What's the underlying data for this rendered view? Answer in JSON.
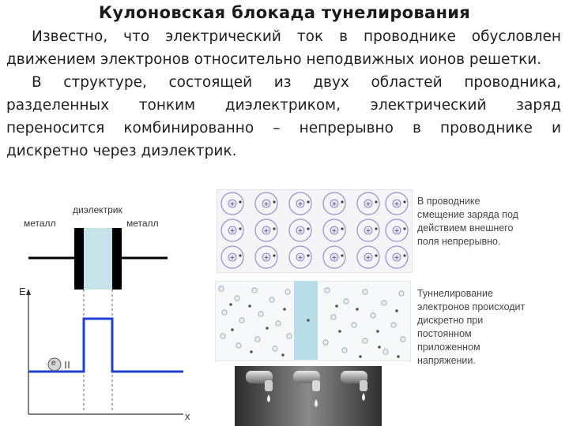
{
  "title": "Кулоновская блокада тунелирования",
  "paragraphs": [
    "Известно, что электрический ток в проводнике обусловлен движением электронов относительно неподвижных ионов решетки.",
    "В структуре, состоящей из двух областей проводника, разделенных тонким диэлектриком, электрический заряд переносится комбинированно – непрерывно в проводнике и дискретно через диэлектрик."
  ],
  "diagram": {
    "dielectric_label": "диэлектрик",
    "metal_left_label": "металл",
    "metal_right_label": "металл",
    "energy_axis_label": "E",
    "coordinate_axis_label": "x",
    "electron_label": "e"
  },
  "notes": {
    "conductor": "В проводнике\nсмещение заряда под\nдействием внешнего\nполя непрерывно.",
    "tunneling": "Туннелирование\nэлектронов происходит\nдискретно при\nпостоянном\nприложенном\nнапряжении."
  },
  "colors": {
    "dielectric_fill": "#c6e3ea",
    "barrier_line": "#1f3fd6",
    "ion_circle": "#9a8fd0",
    "tunnel_divider": "#b7dde6"
  },
  "icons": [
    "positive-ion-icon",
    "electron-icon",
    "water-drop-icon"
  ]
}
